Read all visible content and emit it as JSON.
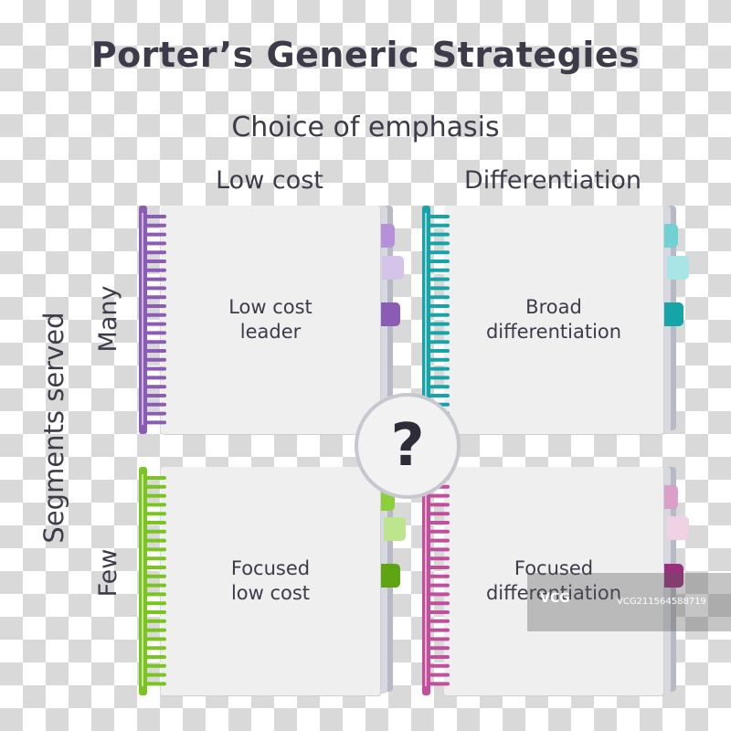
{
  "diagram": {
    "title": "Porter’s Generic Strategies",
    "subtitle": "Choice of emphasis",
    "columns": [
      "Low cost",
      "Differentiation"
    ],
    "rows_axis_label": "Segments served",
    "rows": [
      "Many",
      "Few"
    ],
    "center_symbol": "?",
    "cells": [
      {
        "line1": "Low cost",
        "line2": "leader",
        "color": "#8a5cb3",
        "tabs": [
          "#b690d8",
          "#d6c3e9",
          "#8a5cb3"
        ]
      },
      {
        "line1": "Broad",
        "line2": "differentiation",
        "color": "#16a4a8",
        "tabs": [
          "#6fd1d4",
          "#a9e5e7",
          "#16a4a8"
        ]
      },
      {
        "line1": "Focused",
        "line2": "low cost",
        "color": "#7ac41f",
        "tabs": [
          "#8ccf3a",
          "#bde58d",
          "#5da512"
        ]
      },
      {
        "line1": "Focused",
        "line2": "differentiation",
        "color": "#c04f9c",
        "tabs": [
          "#dba0c8",
          "#efd2e5",
          "#9c2f7c"
        ]
      }
    ]
  },
  "watermark": {
    "logo": "VCG",
    "id": "VCG211564588719"
  }
}
